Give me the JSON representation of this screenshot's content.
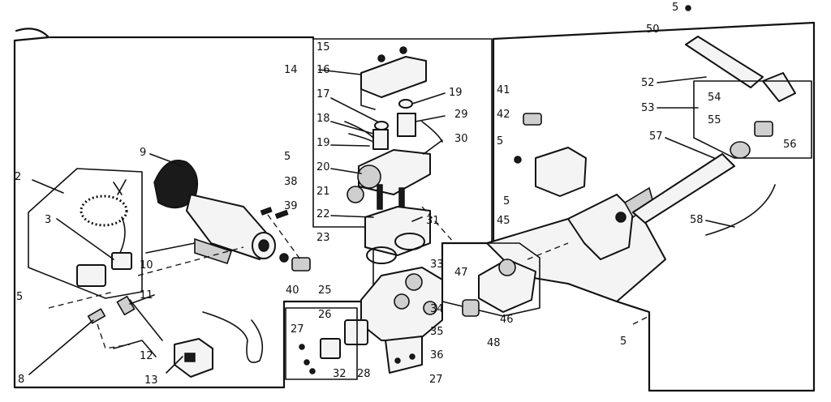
{
  "diagram": {
    "callouts": [
      "2",
      "3",
      "5",
      "8",
      "9",
      "10",
      "11",
      "12",
      "13",
      "14",
      "15",
      "16",
      "17",
      "18",
      "19",
      "20",
      "21",
      "22",
      "23",
      "25",
      "26",
      "27",
      "28",
      "29",
      "30",
      "31",
      "32",
      "33",
      "34",
      "35",
      "36",
      "38",
      "39",
      "40",
      "41",
      "42",
      "45",
      "46",
      "47",
      "48",
      "50",
      "52",
      "53",
      "54",
      "55",
      "56",
      "57",
      "58"
    ],
    "labels": [
      {
        "id": "l2",
        "text": "2"
      },
      {
        "id": "l3",
        "text": "3"
      },
      {
        "id": "l5a",
        "text": "5"
      },
      {
        "id": "l5b",
        "text": "5"
      },
      {
        "id": "l5c",
        "text": "5"
      },
      {
        "id": "l5d",
        "text": "5"
      },
      {
        "id": "l5e",
        "text": "5"
      },
      {
        "id": "l5f",
        "text": "5"
      },
      {
        "id": "l8",
        "text": "8"
      },
      {
        "id": "l9",
        "text": "9"
      },
      {
        "id": "l10",
        "text": "10"
      },
      {
        "id": "l11",
        "text": "11"
      },
      {
        "id": "l12",
        "text": "12"
      },
      {
        "id": "l13",
        "text": "13"
      },
      {
        "id": "l14",
        "text": "14"
      },
      {
        "id": "l15",
        "text": "15"
      },
      {
        "id": "l16",
        "text": "16"
      },
      {
        "id": "l17",
        "text": "17"
      },
      {
        "id": "l18",
        "text": "18"
      },
      {
        "id": "l19a",
        "text": "19"
      },
      {
        "id": "l19b",
        "text": "19"
      },
      {
        "id": "l20",
        "text": "20"
      },
      {
        "id": "l21",
        "text": "21"
      },
      {
        "id": "l22",
        "text": "22"
      },
      {
        "id": "l23",
        "text": "23"
      },
      {
        "id": "l25",
        "text": "25"
      },
      {
        "id": "l26",
        "text": "26"
      },
      {
        "id": "l27a",
        "text": "27"
      },
      {
        "id": "l27b",
        "text": "27"
      },
      {
        "id": "l28",
        "text": "28"
      },
      {
        "id": "l29",
        "text": "29"
      },
      {
        "id": "l30",
        "text": "30"
      },
      {
        "id": "l31",
        "text": "31"
      },
      {
        "id": "l32",
        "text": "32"
      },
      {
        "id": "l33",
        "text": "33"
      },
      {
        "id": "l34",
        "text": "34"
      },
      {
        "id": "l35",
        "text": "35"
      },
      {
        "id": "l36",
        "text": "36"
      },
      {
        "id": "l38",
        "text": "38"
      },
      {
        "id": "l39",
        "text": "39"
      },
      {
        "id": "l40",
        "text": "40"
      },
      {
        "id": "l41",
        "text": "41"
      },
      {
        "id": "l42",
        "text": "42"
      },
      {
        "id": "l45",
        "text": "45"
      },
      {
        "id": "l46",
        "text": "46"
      },
      {
        "id": "l47",
        "text": "47"
      },
      {
        "id": "l48",
        "text": "48"
      },
      {
        "id": "l50",
        "text": "50"
      },
      {
        "id": "l52",
        "text": "52"
      },
      {
        "id": "l53",
        "text": "53"
      },
      {
        "id": "l54",
        "text": "54"
      },
      {
        "id": "l55",
        "text": "55"
      },
      {
        "id": "l56",
        "text": "56"
      },
      {
        "id": "l57",
        "text": "57"
      },
      {
        "id": "l58",
        "text": "58"
      }
    ]
  },
  "colors": {
    "ink": "#111111",
    "paper": "#ffffff"
  }
}
